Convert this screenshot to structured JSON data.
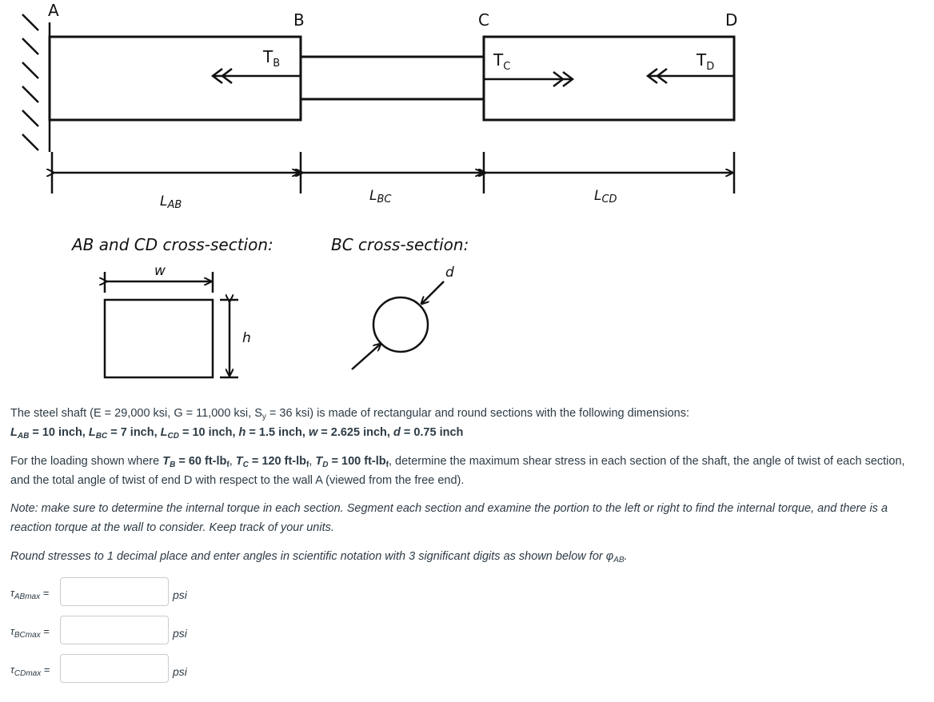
{
  "figure": {
    "points": {
      "A": "A",
      "B": "B",
      "C": "C",
      "D": "D"
    },
    "torques": {
      "TB": "T",
      "TB_sub": "B",
      "TC": "T",
      "TC_sub": "C",
      "TD": "T",
      "TD_sub": "D"
    },
    "lengths": {
      "LAB": "L",
      "LAB_sub": "AB",
      "LBC": "L",
      "LBC_sub": "BC",
      "LCD": "L",
      "LCD_sub": "CD"
    },
    "ab_cd_title": "AB and CD cross-section:",
    "bc_title": "BC cross-section:",
    "w": "w",
    "h": "h",
    "d": "d"
  },
  "problem": {
    "p1a": "The steel shaft (E = 29,000 ksi, G = 11,000 ksi, S",
    "p1a_sub": "y",
    "p1b": " = 36 ksi) is made of rectangular and round sections with the following dimensions:",
    "dims": [
      {
        "sym": "L",
        "sub": "AB",
        "val": " = 10 inch, "
      },
      {
        "sym": "L",
        "sub": "BC",
        "val": " = 7 inch, "
      },
      {
        "sym": "L",
        "sub": "CD",
        "val": " = 10 inch, "
      },
      {
        "sym": "h",
        "sub": "",
        "val": " = 1.5 inch, "
      },
      {
        "sym": "w",
        "sub": "",
        "val": " = 2.625 inch, "
      },
      {
        "sym": "d",
        "sub": "",
        "val": " = 0.75 inch"
      }
    ],
    "p2_pre": "For the loading shown where ",
    "p2_tb": "T",
    "p2_tb_sub": "B",
    "p2_tb_val": " = 60 ft-lb",
    "p2_tc": "T",
    "p2_tc_sub": "C",
    "p2_tc_val": " = 120 ft-lb",
    "p2_td": "T",
    "p2_td_sub": "D",
    "p2_td_val": " = 100 ft-lb",
    "f_sub": "f",
    "comma": ", ",
    "p2_post": ", determine the maximum shear stress in each section of the shaft, the angle of twist of each section, and the total angle of twist of end D with respect to the wall A (viewed from the free end).",
    "note": "Note: make sure to determine the internal torque in each section. Segment each section and examine the portion to the left or right to find the internal torque, and there is a reaction torque at the wall to consider. Keep track of your units.",
    "round_pre": "Round stresses to 1 decimal place and enter angles in scientific notation with 3 significant digits as shown below for φ",
    "round_sub": "AB",
    "round_post": "."
  },
  "answers": [
    {
      "label": "τ",
      "label_sub": "ABmax",
      "eq": " =",
      "value": "",
      "unit": "psi"
    },
    {
      "label": "τ",
      "label_sub": "BCmax",
      "eq": " =",
      "value": "",
      "unit": "psi"
    },
    {
      "label": "τ",
      "label_sub": "CDmax",
      "eq": " =",
      "value": "",
      "unit": "psi"
    }
  ]
}
